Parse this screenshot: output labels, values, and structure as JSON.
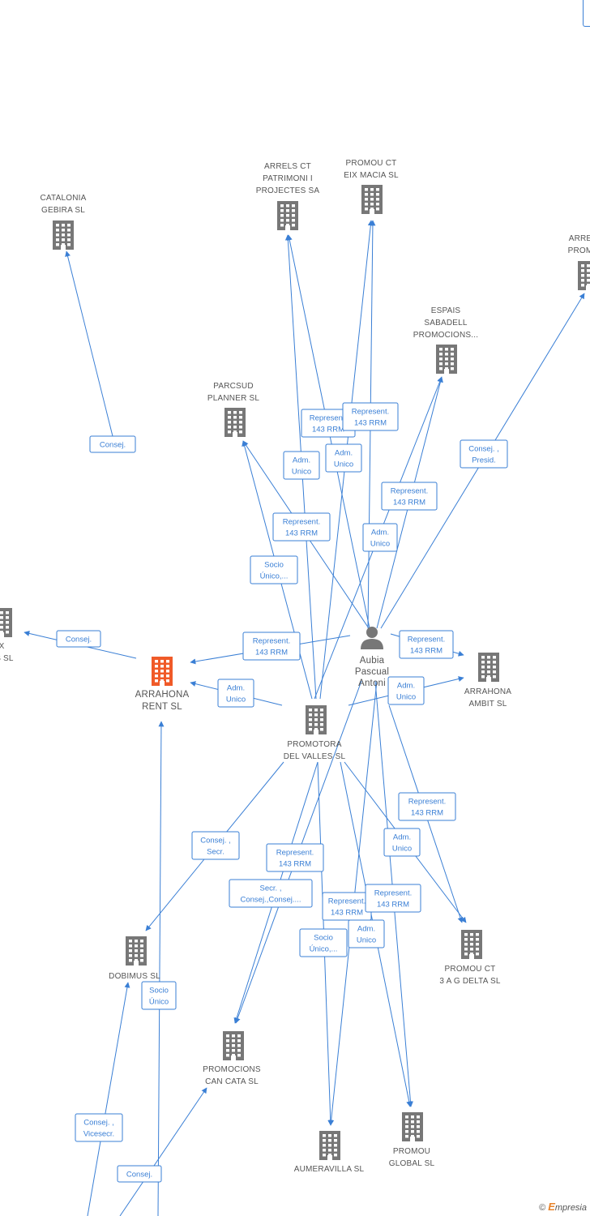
{
  "colors": {
    "edge": "#3a7fd5",
    "company": "#777777",
    "focus": "#f05a28",
    "person": "#777777"
  },
  "nodes": [
    {
      "id": "catalonia",
      "type": "company",
      "icon": "building-icon",
      "label": [
        "CATALONIA",
        "GEBIRA SL"
      ]
    },
    {
      "id": "arrels_ct",
      "type": "company",
      "icon": "building-icon",
      "label": [
        "ARRELS CT",
        "PATRIMONI I",
        "PROJECTES SA"
      ]
    },
    {
      "id": "promou_eix",
      "type": "company",
      "icon": "building-icon",
      "label": [
        "PROMOU CT",
        "EIX MACIA SL"
      ]
    },
    {
      "id": "arrels_prom",
      "type": "company",
      "icon": "building-icon",
      "label": [
        "ARRE",
        "PROM"
      ]
    },
    {
      "id": "espais",
      "type": "company",
      "icon": "building-icon",
      "label": [
        "ESPAIS",
        "SABADELL",
        "PROMOCIONS..."
      ]
    },
    {
      "id": "parcsud",
      "type": "company",
      "icon": "building-icon",
      "label": [
        "PARCSUD",
        "PLANNER SL"
      ]
    },
    {
      "id": "left_cut",
      "type": "company",
      "icon": "building-icon",
      "label": [
        "X",
        "ES SL"
      ]
    },
    {
      "id": "arrahona_rent",
      "type": "focus",
      "icon": "building-icon",
      "label": [
        "ARRAHONA",
        "RENT SL"
      ]
    },
    {
      "id": "aubia",
      "type": "person",
      "icon": "person-icon",
      "label": [
        "Aubia",
        "Pascual",
        "Antoni"
      ]
    },
    {
      "id": "arrahona_ambit",
      "type": "company",
      "icon": "building-icon",
      "label": [
        "ARRAHONA",
        "AMBIT SL"
      ]
    },
    {
      "id": "promotora",
      "type": "company",
      "icon": "building-icon",
      "label": [
        "PROMOTORA",
        "DEL VALLES SL"
      ]
    },
    {
      "id": "dobimus",
      "type": "company",
      "icon": "building-icon",
      "label": [
        "DOBIMUS SL"
      ]
    },
    {
      "id": "promou_3ag",
      "type": "company",
      "icon": "building-icon",
      "label": [
        "PROMOU CT",
        "3 A G DELTA SL"
      ]
    },
    {
      "id": "can_cata",
      "type": "company",
      "icon": "building-icon",
      "label": [
        "PROMOCIONS",
        "CAN CATA SL"
      ]
    },
    {
      "id": "aumeravilla",
      "type": "company",
      "icon": "building-icon",
      "label": [
        "AUMERAVILLA SL"
      ]
    },
    {
      "id": "promou_global",
      "type": "company",
      "icon": "building-icon",
      "label": [
        "PROMOU",
        "GLOBAL SL"
      ]
    }
  ],
  "relations": [
    {
      "label": [
        "Consej."
      ]
    },
    {
      "label": [
        "Consej."
      ]
    },
    {
      "label": [
        "Represent.",
        "143 RRM"
      ]
    },
    {
      "label": [
        "Adm.",
        "Unico"
      ]
    },
    {
      "label": [
        "Represent.",
        "143 RRM"
      ]
    },
    {
      "label": [
        "Represent.",
        "143 RRM"
      ]
    },
    {
      "label": [
        "Adm.",
        "Unico"
      ]
    },
    {
      "label": [
        "Adm.",
        "Unico"
      ]
    },
    {
      "label": [
        "Represent.",
        "143 RRM"
      ]
    },
    {
      "label": [
        "Represent.",
        "143 RRM"
      ]
    },
    {
      "label": [
        "Adm.",
        "Unico"
      ]
    },
    {
      "label": [
        "Consej. ,",
        "Presid."
      ]
    },
    {
      "label": [
        "Socio",
        "Único,..."
      ]
    },
    {
      "label": [
        "Represent.",
        "143 RRM"
      ]
    },
    {
      "label": [
        "Adm.",
        "Unico"
      ]
    },
    {
      "label": [
        "Represent.",
        "143 RRM"
      ]
    },
    {
      "label": [
        "Consej. ,",
        "Secr."
      ]
    },
    {
      "label": [
        "Represent.",
        "143 RRM"
      ]
    },
    {
      "label": [
        "Secr. ,",
        "Consej.,Consej...."
      ]
    },
    {
      "label": [
        "Represent.",
        "143 RRM"
      ]
    },
    {
      "label": [
        "Represent.",
        "143 RRM"
      ]
    },
    {
      "label": [
        "Adm.",
        "Unico"
      ]
    },
    {
      "label": [
        "Socio",
        "Único,..."
      ]
    },
    {
      "label": [
        "Adm.",
        "Unico"
      ]
    },
    {
      "label": [
        "Socio",
        "Único"
      ]
    },
    {
      "label": [
        "Consej. ,",
        "Vicesecr."
      ]
    },
    {
      "label": [
        "Consej."
      ]
    }
  ],
  "watermark": {
    "copyright": "©",
    "brand_initial": "E",
    "brand_rest": "mpresia"
  }
}
